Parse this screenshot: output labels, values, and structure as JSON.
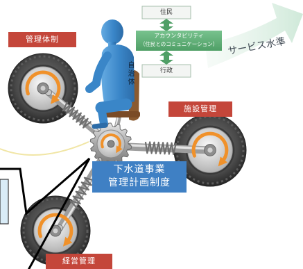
{
  "labels": {
    "management_system": "管理体制",
    "facility_management": "施設管理",
    "business_management": "経営管理"
  },
  "accountability": {
    "residents": "住民",
    "title": "アカウンタビリティ",
    "subtitle": "（住民とのコミュニケーション）",
    "administration": "行政"
  },
  "service_level": "サービス水準",
  "municipality": "自治体",
  "plan_system": {
    "line1": "下水道事業",
    "line2": "管理計画制度"
  },
  "colors": {
    "label_red": "#c4463a",
    "plan_blue": "#3f80c4",
    "accountability_green": "#4f9f66",
    "figure_blue": "#3a86c8",
    "arrow_orange": "#f0912a",
    "service_arrow_mint": "#cfe9d9",
    "chair_brown": "#8a5a30"
  }
}
